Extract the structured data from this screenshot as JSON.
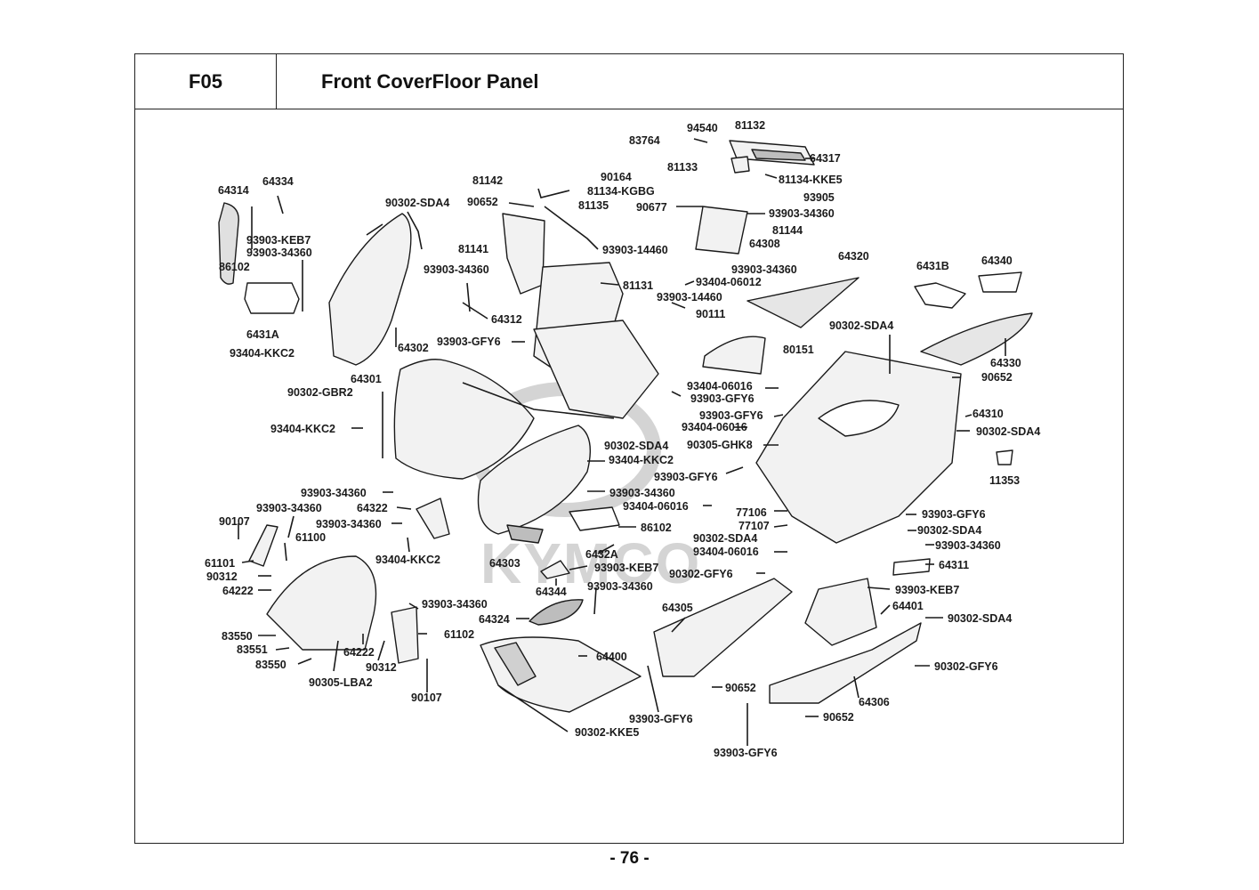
{
  "header": {
    "section_code": "F05",
    "section_title": "Front CoverFloor Panel"
  },
  "page_number": "- 76 -",
  "watermark": {
    "brand": "KYMCO"
  },
  "colors": {
    "line": "#1a1a1a",
    "part_fill": "#f2f2f2",
    "part_shade": "#bdbdbd",
    "watermark": "#d4d4d4"
  },
  "labels": {
    "p94540": "94540",
    "p81132": "81132",
    "p83764": "83764",
    "p64317": "64317",
    "p81133": "81133",
    "p81134kke5": "81134-KKE5",
    "p90164": "90164",
    "p81142": "81142",
    "p81134kgbg": "81134-KGBG",
    "p93905": "93905",
    "p64314": "64314",
    "p64334": "64334",
    "p90302sda4_a": "90302-SDA4",
    "p90652_a": "90652",
    "p81135": "81135",
    "p93903_34360_a": "93903-34360",
    "p81144": "81144",
    "p90677": "90677",
    "p64308": "64308",
    "p93903keb7_a": "93903-KEB7",
    "p93903_34360_b": "93903-34360",
    "p81141": "81141",
    "p93903_14460_a": "93903-14460",
    "p64320": "64320",
    "p6431b": "6431B",
    "p64340": "64340",
    "p86102_a": "86102",
    "p93903_34360_c": "93903-34360",
    "p93903_34360_d": "93903-34360",
    "p93404_06012": "93404-06012",
    "p81131": "81131",
    "p93903_14460_b": "93903-14460",
    "p90111": "90111",
    "p6431a": "6431A",
    "p64312": "64312",
    "p90302sda4_b": "90302-SDA4",
    "p93903gfy6_a": "93903-GFY6",
    "p64302": "64302",
    "p80151": "80151",
    "p64330": "64330",
    "p93404kkc2_a": "93404-KKC2",
    "p64301": "64301",
    "p90652_b": "90652",
    "p93404_06016_a": "93404-06016",
    "p90302gbr2": "90302-GBR2",
    "p93903gfy6_b": "93903-GFY6",
    "p93903gfy6_c": "93903-GFY6",
    "p64310": "64310",
    "p93404_06016_b": "93404-06016",
    "p93404kkc2_b": "93404-KKC2",
    "p90302sda4_c": "90302-SDA4",
    "p90302sda4_d": "90302-SDA4",
    "p90305ghk8": "90305-GHK8",
    "p93404kkc2_c": "93404-KKC2",
    "p93903gfy6_d": "93903-GFY6",
    "p11353": "11353",
    "p93903_34360_e": "93903-34360",
    "p93903_34360_f": "93903-34360",
    "p64322": "64322",
    "p93404_06016_c": "93404-06016",
    "p93903_34360_g": "93903-34360",
    "p77106": "77106",
    "p93903gfy6_e": "93903-GFY6",
    "p90107_a": "90107",
    "p93903_34360_h": "93903-34360",
    "p86102_b": "86102",
    "p77107": "77107",
    "p90302sda4_e": "90302-SDA4",
    "p61100": "61100",
    "p90302sda4_f": "90302-SDA4",
    "p93903_34360_i": "93903-34360",
    "p93404kkc2_d": "93404-KKC2",
    "p64303": "64303",
    "p6432a": "6432A",
    "p93404_06016_d": "93404-06016",
    "p61101": "61101",
    "p93903keb7_b": "93903-KEB7",
    "p90302gfy6_a": "90302-GFY6",
    "p64311": "64311",
    "p90312_a": "90312",
    "p93903_34360_j": "93903-34360",
    "p64344": "64344",
    "p93903keb7_c": "93903-KEB7",
    "p64222_a": "64222",
    "p93903_34360_k": "93903-34360",
    "p64401": "64401",
    "p64305": "64305",
    "p90302sda4_g": "90302-SDA4",
    "p64324": "64324",
    "p83550_a": "83550",
    "p61102": "61102",
    "p83551": "83551",
    "p64222_b": "64222",
    "p64400": "64400",
    "p90302gfy6_b": "90302-GFY6",
    "p83550_b": "83550",
    "p90312_b": "90312",
    "p90305lba2": "90305-LBA2",
    "p90652_c": "90652",
    "p64306": "64306",
    "p90107_b": "90107",
    "p90652_d": "90652",
    "p93903gfy6_f": "93903-GFY6",
    "p90302kke5": "90302-KKE5",
    "p93903gfy6_g": "93903-GFY6"
  }
}
